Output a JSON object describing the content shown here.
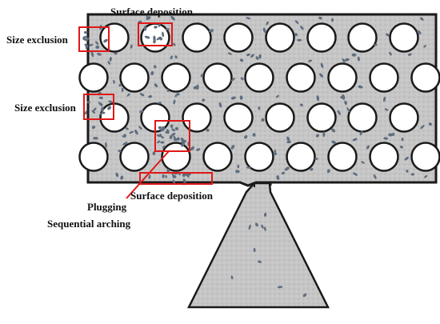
{
  "labels": {
    "surface_deposition_top": "Surface deposition",
    "size_exclusion_top": "Size exclusion",
    "size_exclusion_mid": "Size exclusion",
    "surface_deposition_bottom": "Surface deposition",
    "plugging": "Plugging",
    "sequential_arching": "Sequential arching"
  },
  "colors": {
    "matrix_fill": "#c9c9c9",
    "matrix_outline": "#1a1a1a",
    "pore_fill": "#ffffff",
    "particle": "#5f6d7d",
    "highlight_box": "#e01818",
    "pointer_line": "#e01818"
  }
}
